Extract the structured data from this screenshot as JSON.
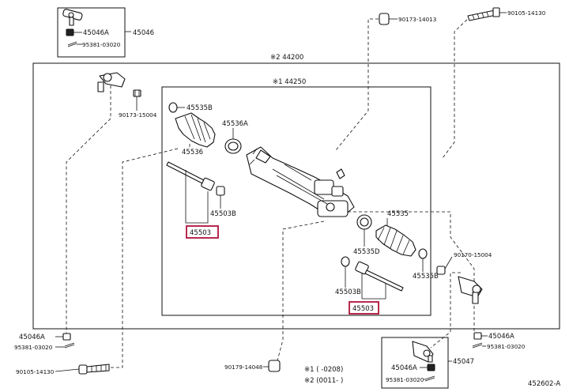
{
  "labels": {
    "p45046": "45046",
    "p45046a_top": "45046A",
    "p95381_top": "95381-03020",
    "p90173_14013": "90173-14013",
    "p90105_14130_top": "90105-14130",
    "p44200": "※2 44200",
    "p44250": "※1 44250",
    "p90173_15004": "90173-15004",
    "p45535b_left": "45535B",
    "p45536a": "45536A",
    "p45536": "45536",
    "p45503b_left": "45503B",
    "p45503_left": "45503",
    "p45535": "45535",
    "p45535d": "45535D",
    "p45535b_right": "45535B",
    "p90170_15004": "90170-15004",
    "p45503b_right": "45503B",
    "p45503_right": "45503",
    "p45046a_left": "45046A",
    "p95381_left": "95381-03020",
    "p90105_14130_left": "90105-14130",
    "p45046a_right": "45046A",
    "p95381_right": "95381-03020",
    "p45047": "45047",
    "p45046a_bottom": "45046A",
    "p95381_bottom": "95381-03020",
    "p90179_14048": "90179-14048",
    "note1": "※1 (    -0208)",
    "note2": "※2 (0011-    )",
    "ref": "452602-A"
  }
}
